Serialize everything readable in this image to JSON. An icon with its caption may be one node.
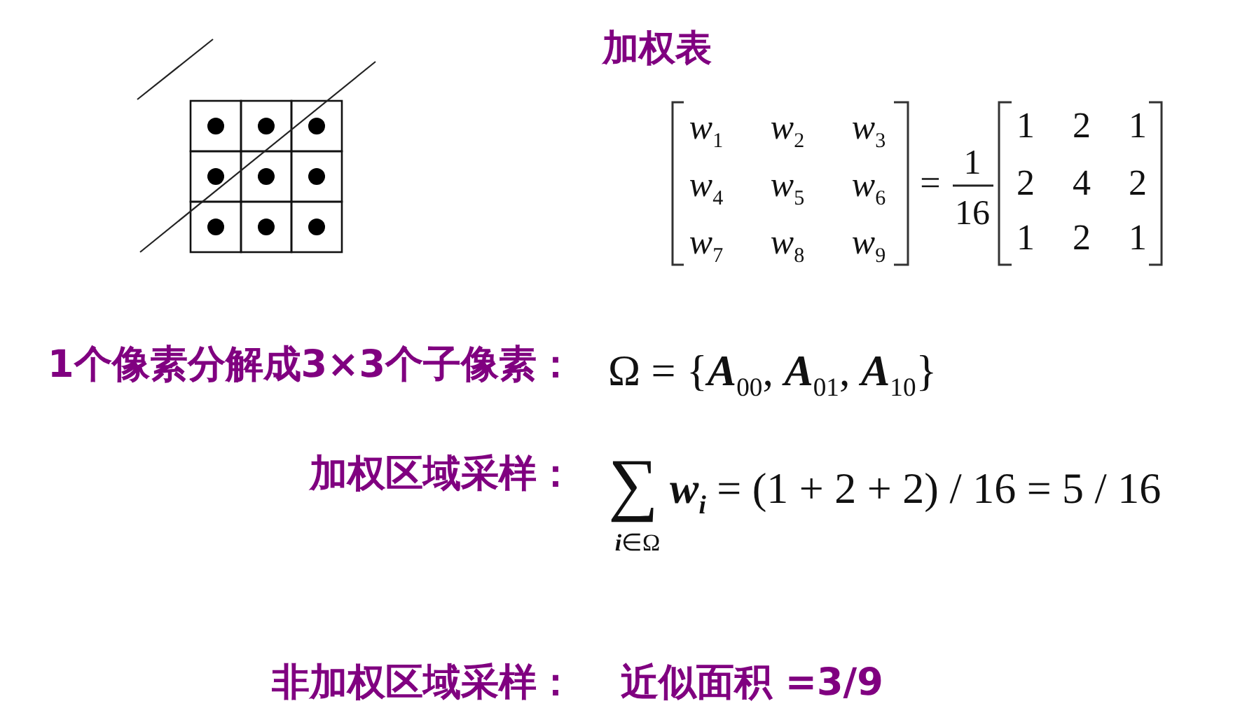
{
  "diagram": {
    "labels": [
      "加权表",
      "*w*$_{1}$",
      "*w*$_{2}$",
      "*w*$_{3}$",
      "*w*$_{4}$",
      "*w*$_{5}$",
      "*w*$_{6}$",
      "*w*$_{7}$",
      "*w*$_{8}$",
      "*w*$_{9}$",
      "=",
      "1",
      "16",
      "1",
      "2",
      "1",
      "2",
      "4",
      "2",
      "1",
      "2",
      "1",
      "1个像素分解成3×3个子像素：",
      "Ω = {**A**$_{00}$, **A**$_{01}$, **A**$_{10}$}",
      "加权区域采样：",
      "∑",
      "*i*∈Ω",
      "**w**$_{i}$ = (1 + 2 + 2) / 16 = 5 / 16",
      "非加权区域采样：",
      "近似面积 =3/9"
    ]
  }
}
